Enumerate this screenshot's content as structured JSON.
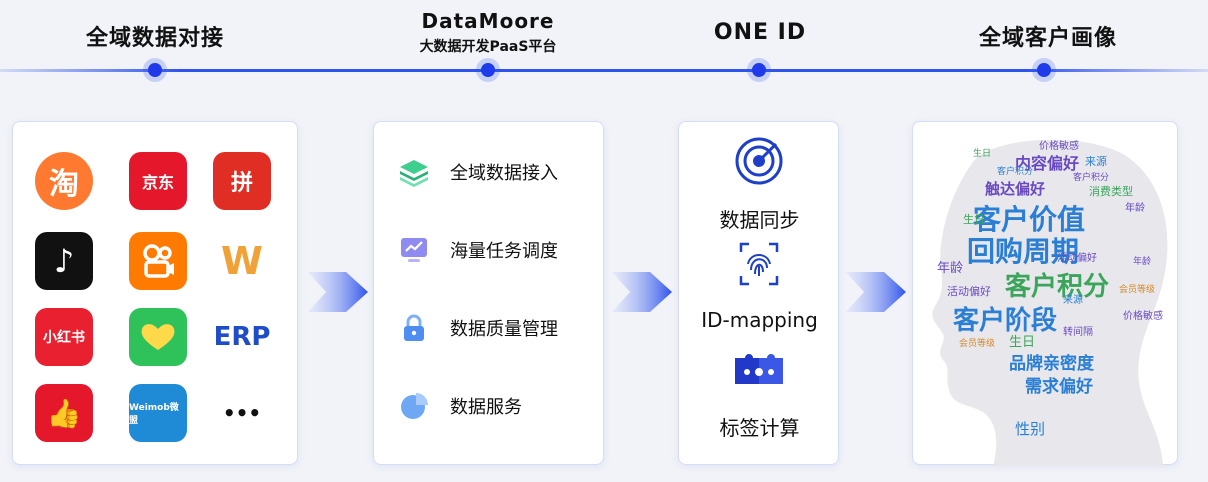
{
  "stages": [
    {
      "title": "全域数据对接",
      "subtitle": ""
    },
    {
      "title": "DataMoore",
      "subtitle": "大数据开发PaaS平台"
    },
    {
      "title": "ONE ID",
      "subtitle": ""
    },
    {
      "title": "全域客户画像",
      "subtitle": ""
    }
  ],
  "apps": [
    {
      "name": "taobao",
      "text": "淘",
      "color": "#ff7a30"
    },
    {
      "name": "jd",
      "text": "京东",
      "color": "#e4182a"
    },
    {
      "name": "pinduoduo",
      "text": "拼",
      "color": "#e02e24"
    },
    {
      "name": "douyin",
      "text": "♪",
      "color": "#111111"
    },
    {
      "name": "kuaishou",
      "text": "",
      "color": "#ff7a00"
    },
    {
      "name": "weidian",
      "text": "W",
      "color": "#ffffff"
    },
    {
      "name": "xiaohongshu",
      "text": "小红书",
      "color": "#e8202f"
    },
    {
      "name": "wechat-mini",
      "text": "",
      "color": "#2fc25b"
    },
    {
      "name": "erp",
      "text": "ERP",
      "color": "#ffffff"
    },
    {
      "name": "thumb-app",
      "text": "👍",
      "color": "#e4182a"
    },
    {
      "name": "weimob",
      "text": "Weimob微盟",
      "color": "#1f8ad6"
    },
    {
      "name": "more",
      "text": "•••",
      "color": "#ffffff"
    }
  ],
  "features": [
    {
      "label": "全域数据接入",
      "icon": "layers-icon"
    },
    {
      "label": "海量任务调度",
      "icon": "monitor-chart-icon"
    },
    {
      "label": "数据质量管理",
      "icon": "lock-icon"
    },
    {
      "label": "数据服务",
      "icon": "pie-icon"
    }
  ],
  "idsteps": [
    {
      "label": "数据同步",
      "icon": "sync-icon"
    },
    {
      "label": "ID-mapping",
      "icon": "fingerprint-icon"
    },
    {
      "label": "标签计算",
      "icon": "puzzle-icon"
    }
  ],
  "cloud": {
    "main": [
      "客户价值",
      "回购周期",
      "客户积分",
      "客户阶段",
      "品牌亲密度",
      "需求偏好",
      "触达偏好",
      "内容偏好"
    ],
    "minor": [
      "价格敏感",
      "来源",
      "消费类型",
      "客户积分",
      "年龄",
      "生日",
      "活动偏好",
      "性别",
      "转间隔",
      "会员等级",
      "生日",
      "年龄",
      "来源",
      "价格敏感",
      "会员等级",
      "活动偏好",
      "客户积分",
      "年龄",
      "生日"
    ]
  },
  "colors": {
    "accent": "#1f3ae8",
    "cloud_blue": "#2a7fd4",
    "cloud_green": "#3ba55c",
    "cloud_purple": "#6a4ac2"
  }
}
